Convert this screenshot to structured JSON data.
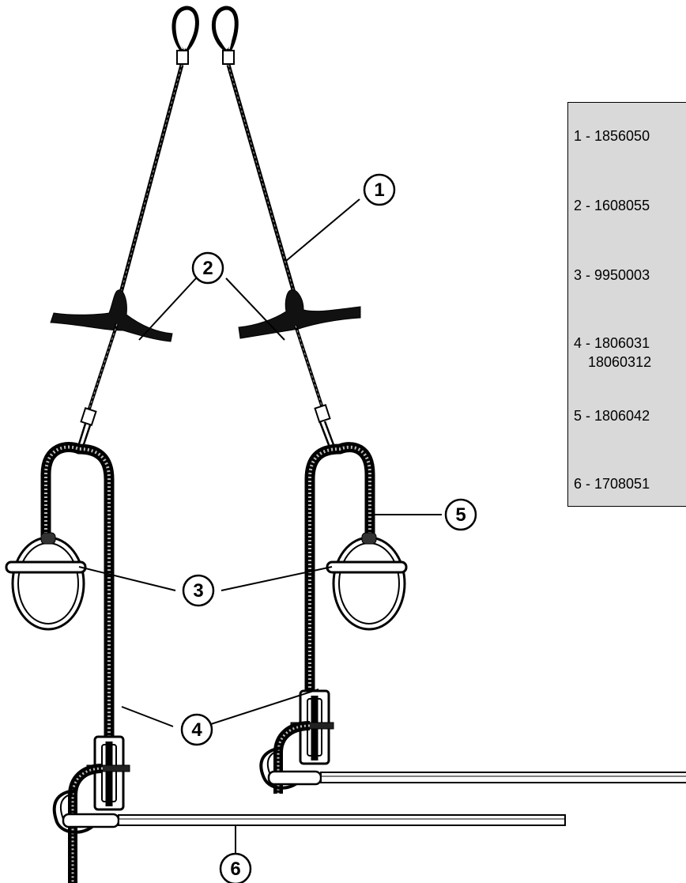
{
  "callouts": [
    "1",
    "2",
    "3",
    "4",
    "5",
    "6"
  ],
  "legend": {
    "items": [
      {
        "text": "1 - 1856050"
      },
      {
        "text": "2 - 1608055"
      },
      {
        "text": "3 - 9950003"
      },
      {
        "text": "4 - 1806031",
        "continuation": "18060312"
      },
      {
        "text": "5 - 1806042"
      },
      {
        "text": "6 - 1708051"
      }
    ]
  }
}
